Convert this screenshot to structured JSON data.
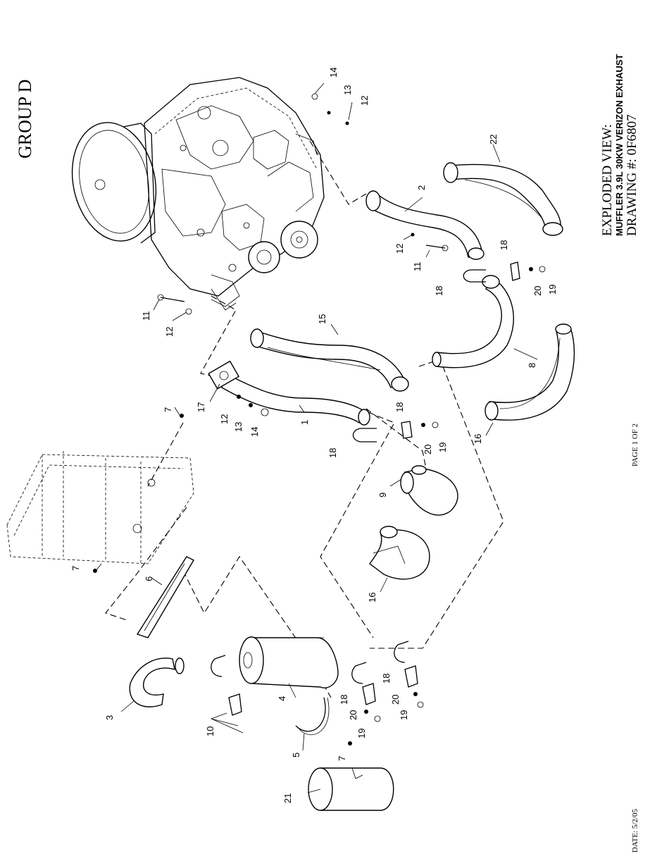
{
  "header": {
    "group_title": "GROUP D"
  },
  "title_block": {
    "line1": "EXPLODED VIEW:",
    "line2": "MUFFLER 3.9L 30KW VERIZON EXHAUST",
    "line3": "DRAWING #: 0F6807"
  },
  "footer": {
    "page": "PAGE 1 OF 2",
    "date": "DATE: 5/2/05"
  },
  "callouts": {
    "c14a": "14",
    "c13a": "13",
    "c12a": "12",
    "c22": "22",
    "c2": "2",
    "c12b": "12",
    "c11b": "11",
    "c18a": "18",
    "c18b": "18",
    "c20a": "20",
    "c19a": "19",
    "c11a": "11",
    "c12c": "12",
    "c15": "15",
    "c8": "8",
    "c7a": "7",
    "c17": "17",
    "c12d": "12",
    "c13b": "13",
    "c14b": "14",
    "c1": "1",
    "c18c": "18",
    "c18d": "18",
    "c20b": "20",
    "c19b": "19",
    "c16a": "16",
    "c9": "9",
    "c16b": "16",
    "c7b": "7",
    "c6": "6",
    "c3": "3",
    "c10": "10",
    "c4": "4",
    "c5": "5",
    "c7c": "7",
    "c18e": "18",
    "c18f": "18",
    "c20c": "20",
    "c19c": "19",
    "c20d": "20",
    "c19d": "19",
    "c21": "21"
  }
}
